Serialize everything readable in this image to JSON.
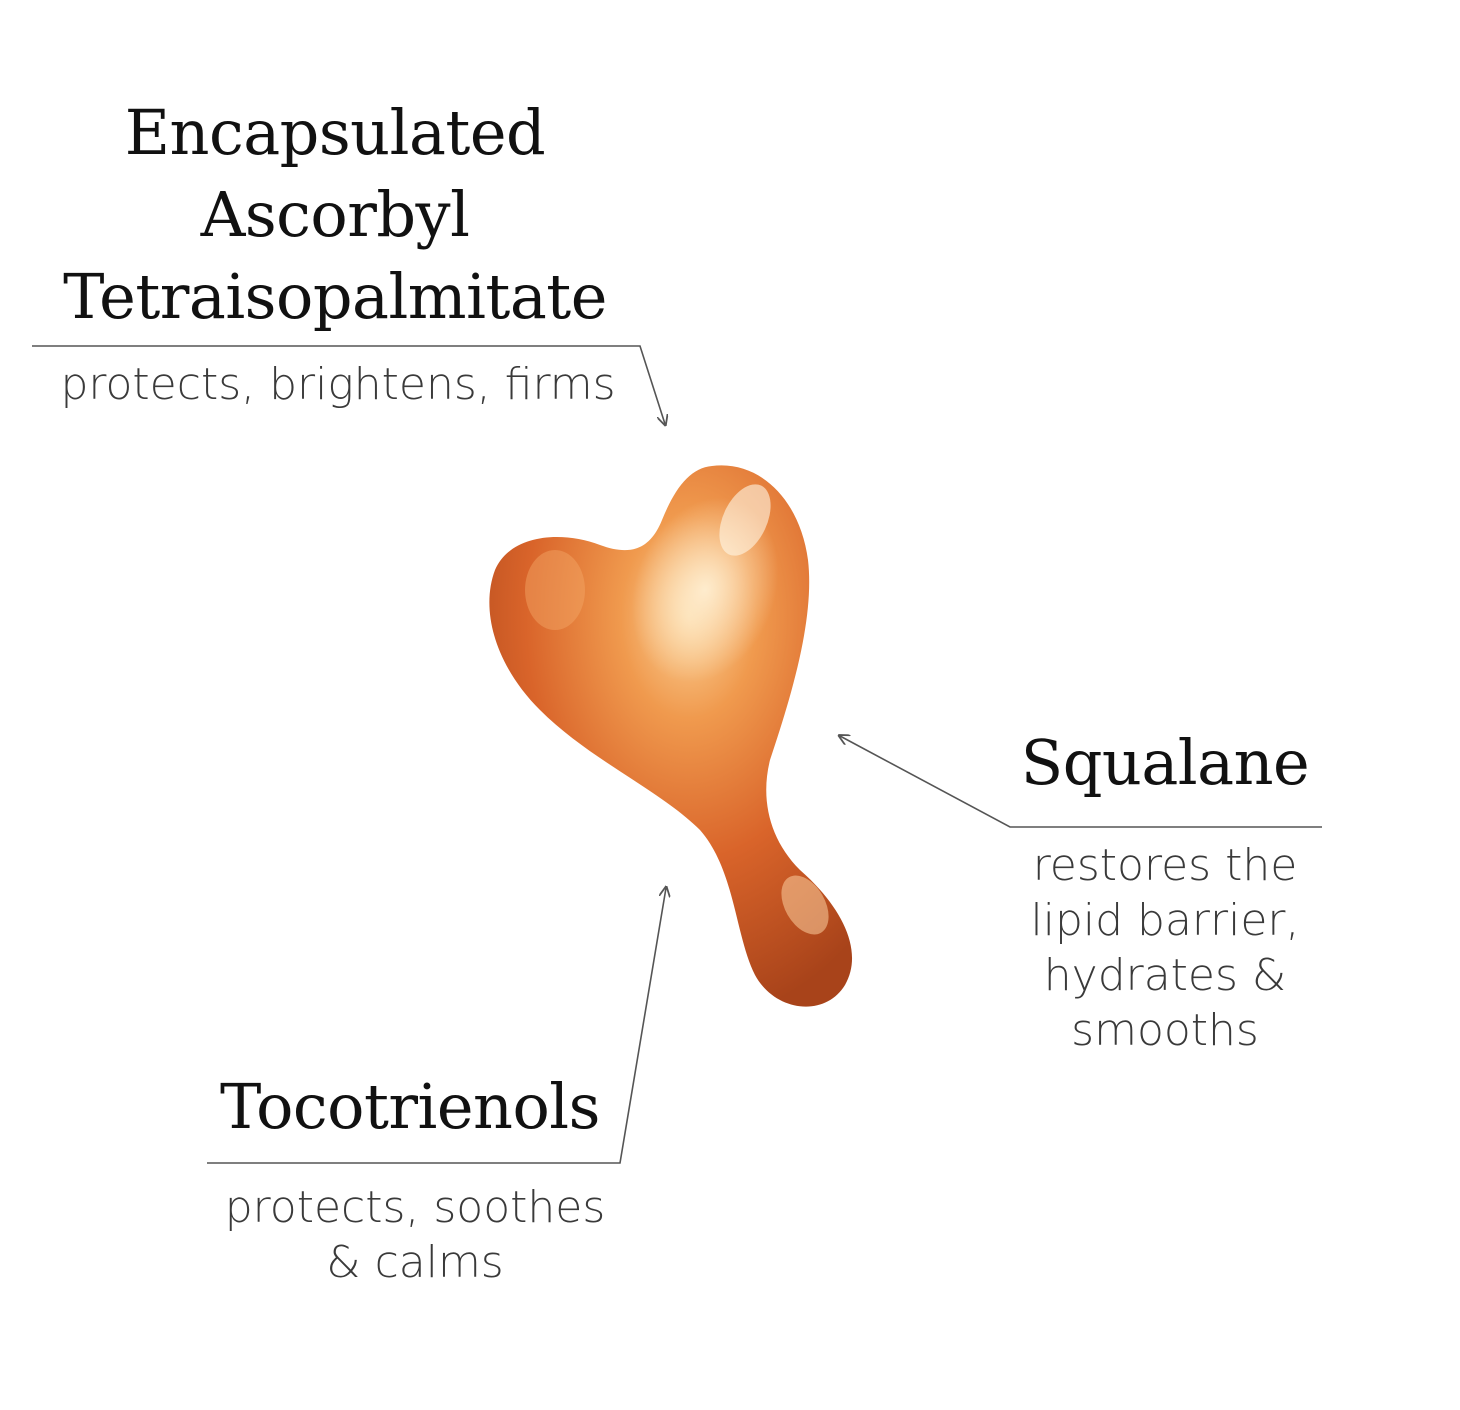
{
  "ingredients": [
    {
      "name_lines": [
        "Encapsulated",
        "Ascorbyl",
        "Tetraisopalmitate"
      ],
      "benefit_lines": [
        "protects, brightens, firms"
      ]
    },
    {
      "name_lines": [
        "Squalane"
      ],
      "benefit_lines": [
        "restores the",
        "lipid barrier,",
        "hydrates &",
        "smooths"
      ]
    },
    {
      "name_lines": [
        "Tocotrienols"
      ],
      "benefit_lines": [
        "protects, soothes",
        "& calms"
      ]
    }
  ],
  "colors": {
    "capsule": "#d9642a",
    "capsule_highlight": "#f7c48a",
    "capsule_shadow": "#a8431a",
    "leader_line": "#555555",
    "title_text": "#111111",
    "benefit_text": "#3a3a3a"
  }
}
